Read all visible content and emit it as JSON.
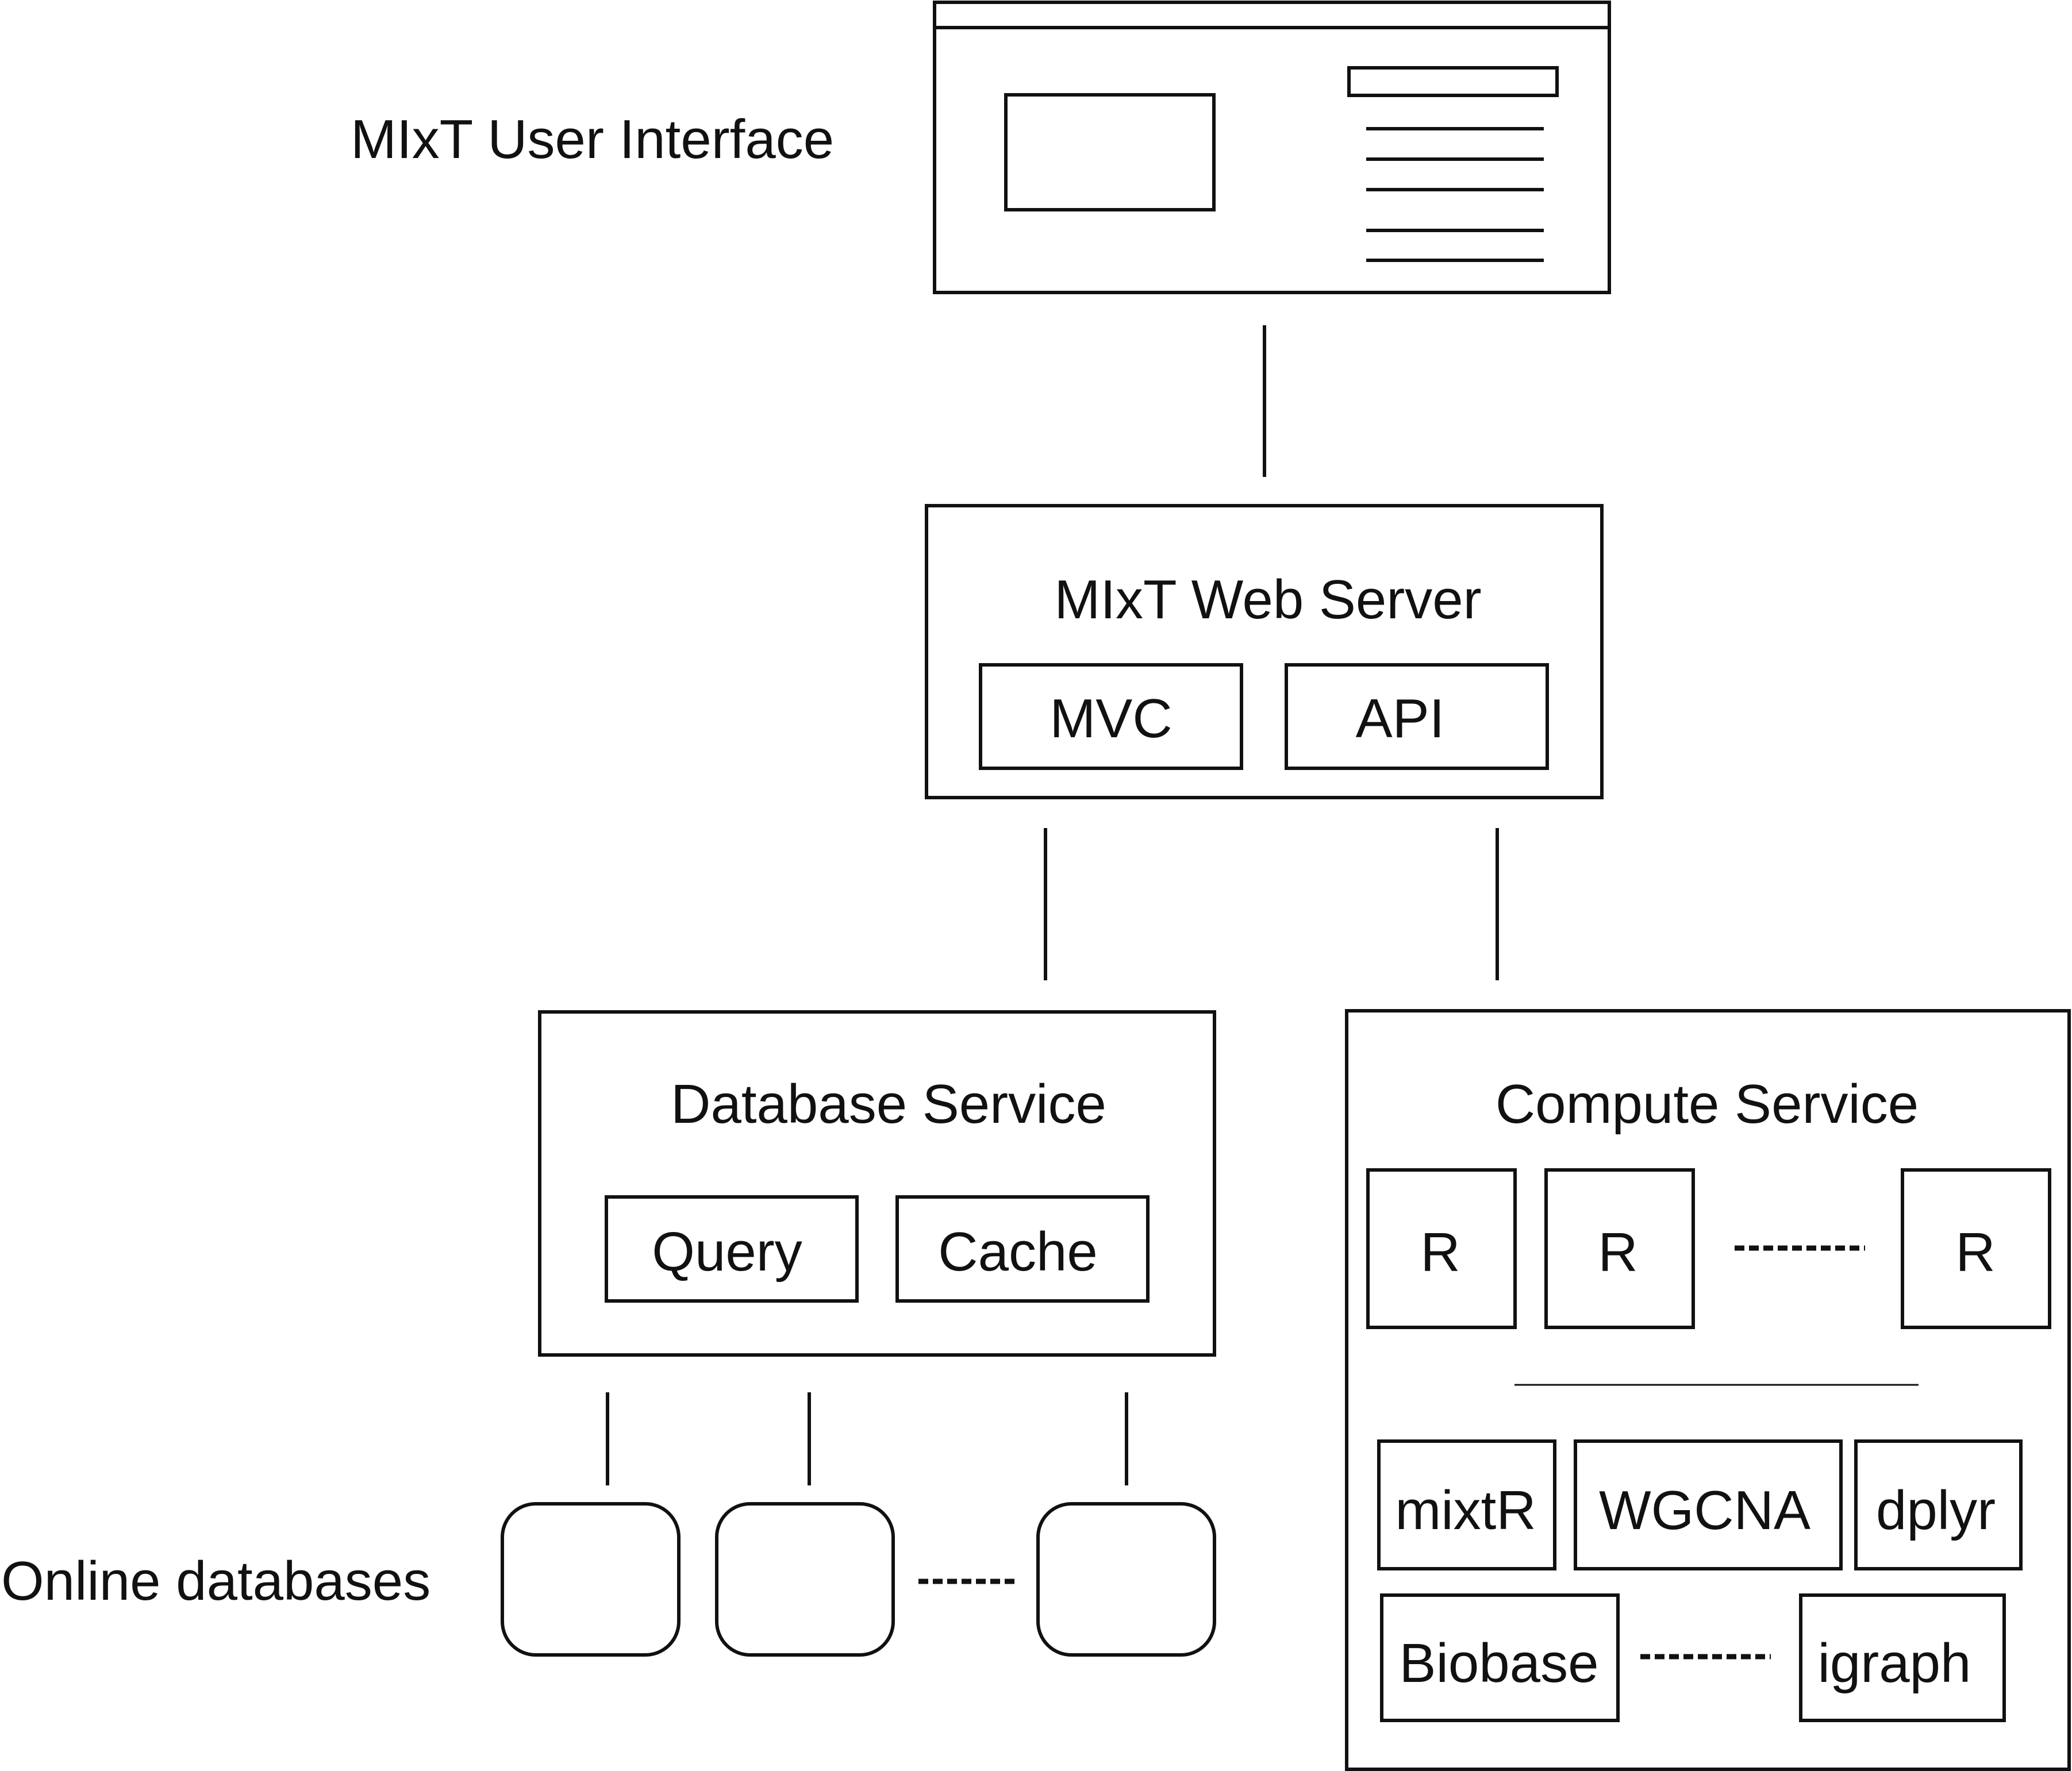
{
  "labels": {
    "user_interface": "MIxT User Interface",
    "online_databases": "Online databases"
  },
  "web_server": {
    "title": "MIxT Web Server",
    "components": [
      "MVC",
      "API"
    ]
  },
  "database_service": {
    "title": "Database Service",
    "components": [
      "Query",
      "Cache"
    ]
  },
  "compute_service": {
    "title": "Compute Service",
    "r_instances": [
      "R",
      "R",
      "R"
    ],
    "packages": [
      "mixtR",
      "WGCNA",
      "dplyr",
      "Biobase",
      "igraph"
    ]
  }
}
